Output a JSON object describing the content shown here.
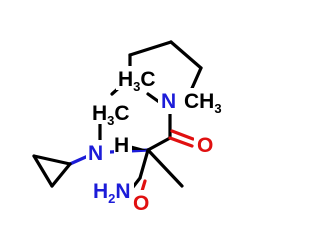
{
  "molecule": {
    "atom_labels": {
      "methyl_1": {
        "main": "H",
        "sub": "3",
        "tail": "C"
      },
      "methyl_2": {
        "main": "H",
        "sub": "3",
        "tail": "C"
      },
      "n_methyl_right": {
        "main": "CH",
        "sub": "3"
      },
      "ring_n": "N",
      "amine_n": "N",
      "amide_nh2": {
        "main": "H",
        "sub": "2",
        "tail": "N"
      },
      "carbonyl_o_1": "O",
      "carbonyl_o_2": "O",
      "stereo_h": "H"
    },
    "colors": {
      "carbon": "#000000",
      "nitrogen": "#1c1cd8",
      "oxygen": "#e01010"
    }
  }
}
